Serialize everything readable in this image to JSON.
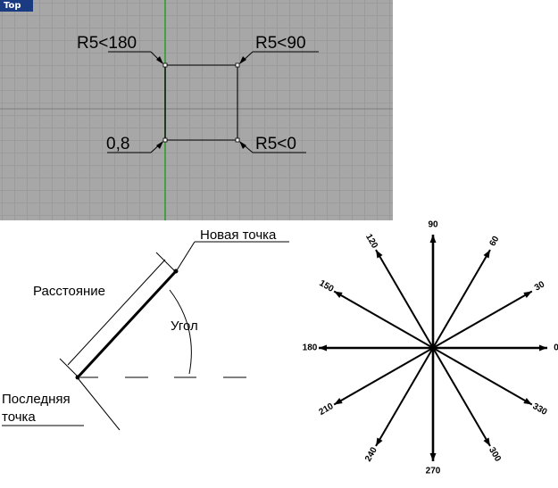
{
  "viewport": {
    "label": "Top",
    "points": {
      "top_left": "R5<180",
      "top_right": "R5<90",
      "bottom_left": "0,8",
      "bottom_right": "R5<0"
    }
  },
  "polar_diagram": {
    "new_point": "Новая точка",
    "distance": "Расстояние",
    "angle": "Угол",
    "last_point_line1": "Последняя",
    "last_point_line2": "точка"
  },
  "compass": {
    "angles": [
      "0",
      "30",
      "60",
      "90",
      "120",
      "150",
      "180",
      "210",
      "240",
      "270",
      "300",
      "330"
    ]
  },
  "colors": {
    "viewport_bg": "#a7a7a7",
    "grid": "#9b9b9b",
    "axis_dark": "#7e7e7e",
    "green_axis": "#2f9e2f",
    "tab": "#1a3a82"
  }
}
